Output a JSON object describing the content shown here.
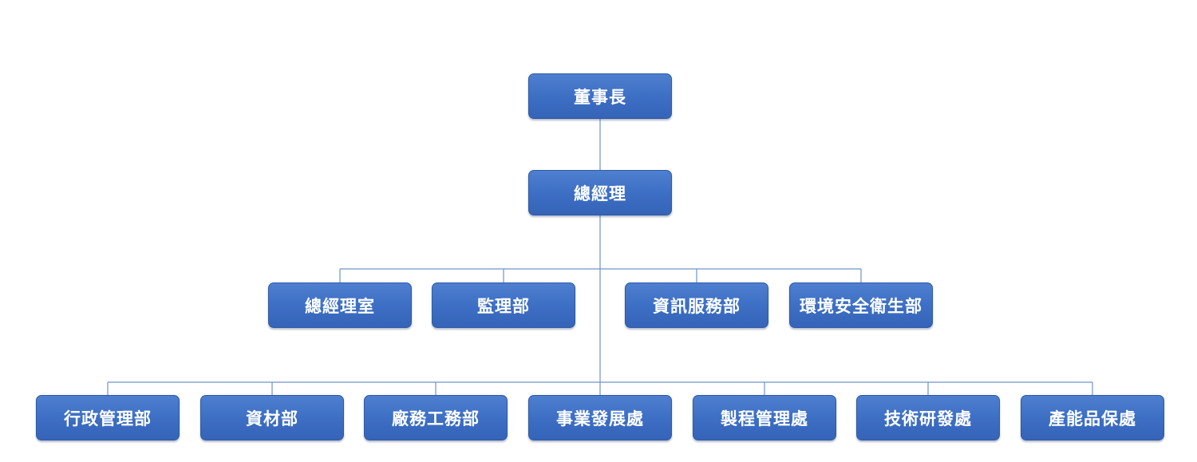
{
  "org": {
    "chairman": "董事長",
    "general_manager": "總經理",
    "staff_units": [
      "總經理室",
      "監理部",
      "資訊服務部",
      "環境安全衛生部"
    ],
    "line_units": [
      "行政管理部",
      "資材部",
      "廠務工務部",
      "事業發展處",
      "製程管理處",
      "技術研發處",
      "產能品保處"
    ]
  },
  "colors": {
    "node_fill": "#4472c4",
    "node_text": "#ffffff",
    "connector": "#6f93c9"
  }
}
